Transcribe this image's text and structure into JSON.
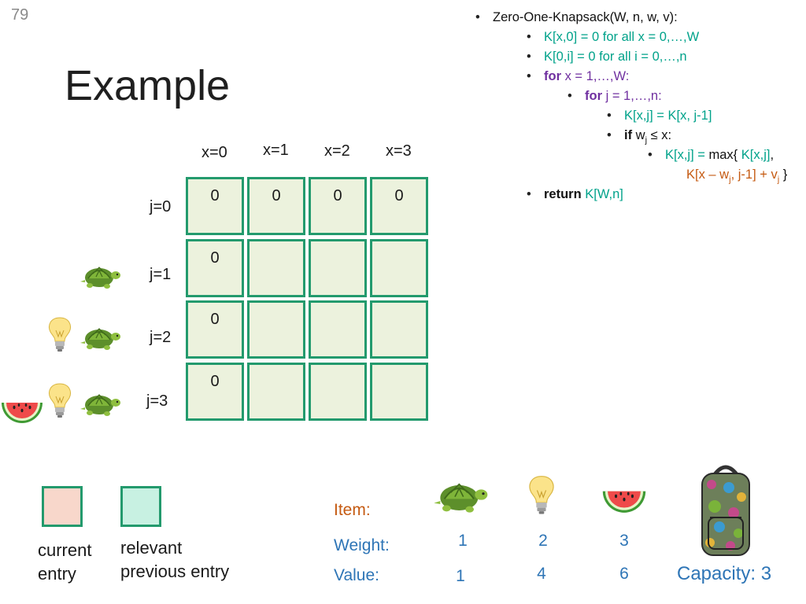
{
  "slide": {
    "number": "79",
    "title": "Example"
  },
  "code": {
    "line1": "Zero-One-Knapsack(W, n, w, v):",
    "line2": "K[x,0] = 0 for all x = 0,…,W",
    "line3": "K[0,i] = 0 for all i = 0,…,n",
    "line4_kw": "for",
    "line4_rest": " x = 1,…,W:",
    "line5_kw": "for",
    "line5_rest": " j = 1,…,n:",
    "line6": "K[x,j] = K[x, j-1]",
    "line7_kw": "if",
    "line7_rest_a": " w",
    "line7_sub": "j",
    "line7_rest_b": " ≤ x:",
    "line8_a": "K[x,j] = ",
    "line8_b": "max{ ",
    "line8_c": "K[x,j]",
    "line8_d": ",",
    "line9_a": "K[x – w",
    "line9_sub1": "j",
    "line9_b": ", j-1] + v",
    "line9_sub2": "j",
    "line9_c": " }",
    "line10_kw": "return",
    "line10_rest": " K[W,n]"
  },
  "table": {
    "col_headers": [
      "x=0",
      "x=1",
      "x=2",
      "x=3"
    ],
    "row_headers": [
      "j=0",
      "j=1",
      "j=2",
      "j=3"
    ],
    "cells": [
      [
        "0",
        "0",
        "0",
        "0"
      ],
      [
        "0",
        "",
        "",
        ""
      ],
      [
        "0",
        "",
        "",
        ""
      ],
      [
        "0",
        "",
        "",
        ""
      ]
    ]
  },
  "legend": {
    "current_line1": "current",
    "current_line2": "entry",
    "relevant_line1": "relevant",
    "relevant_line2": "previous entry",
    "current_color": "#f8d7cb",
    "relevant_color": "#c8f1e2"
  },
  "items": {
    "item_label": "Item:",
    "weight_label": "Weight:",
    "value_label": "Value:",
    "names": [
      "turtle-icon",
      "lightbulb-icon",
      "watermelon-icon"
    ],
    "weights": [
      "1",
      "2",
      "3"
    ],
    "values": [
      "1",
      "4",
      "6"
    ],
    "capacity": "Capacity: 3"
  }
}
